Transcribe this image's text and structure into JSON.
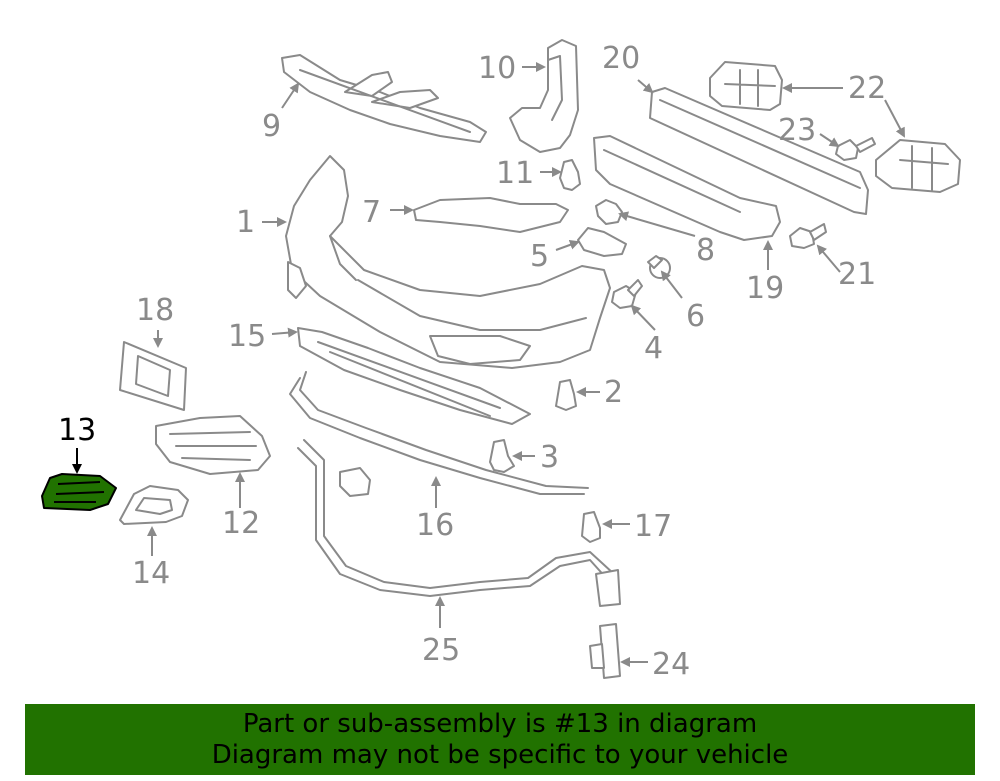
{
  "diagram": {
    "highlight_part": "13",
    "highlight_color": "#217200",
    "line_color": "#8a8a8a",
    "callouts": [
      {
        "id": "1",
        "label": "1"
      },
      {
        "id": "2",
        "label": "2"
      },
      {
        "id": "3",
        "label": "3"
      },
      {
        "id": "4",
        "label": "4"
      },
      {
        "id": "5",
        "label": "5"
      },
      {
        "id": "6",
        "label": "6"
      },
      {
        "id": "7",
        "label": "7"
      },
      {
        "id": "8",
        "label": "8"
      },
      {
        "id": "9",
        "label": "9"
      },
      {
        "id": "10",
        "label": "10"
      },
      {
        "id": "11",
        "label": "11"
      },
      {
        "id": "12",
        "label": "12"
      },
      {
        "id": "13",
        "label": "13"
      },
      {
        "id": "14",
        "label": "14"
      },
      {
        "id": "15",
        "label": "15"
      },
      {
        "id": "16",
        "label": "16"
      },
      {
        "id": "17",
        "label": "17"
      },
      {
        "id": "18",
        "label": "18"
      },
      {
        "id": "19",
        "label": "19"
      },
      {
        "id": "20",
        "label": "20"
      },
      {
        "id": "21",
        "label": "21"
      },
      {
        "id": "22",
        "label": "22"
      },
      {
        "id": "23",
        "label": "23"
      },
      {
        "id": "24",
        "label": "24"
      },
      {
        "id": "25",
        "label": "25"
      }
    ]
  },
  "banner": {
    "line1": "Part or sub-assembly is #13 in diagram",
    "line2": "Diagram may not be specific to your vehicle",
    "color": "#217200"
  }
}
